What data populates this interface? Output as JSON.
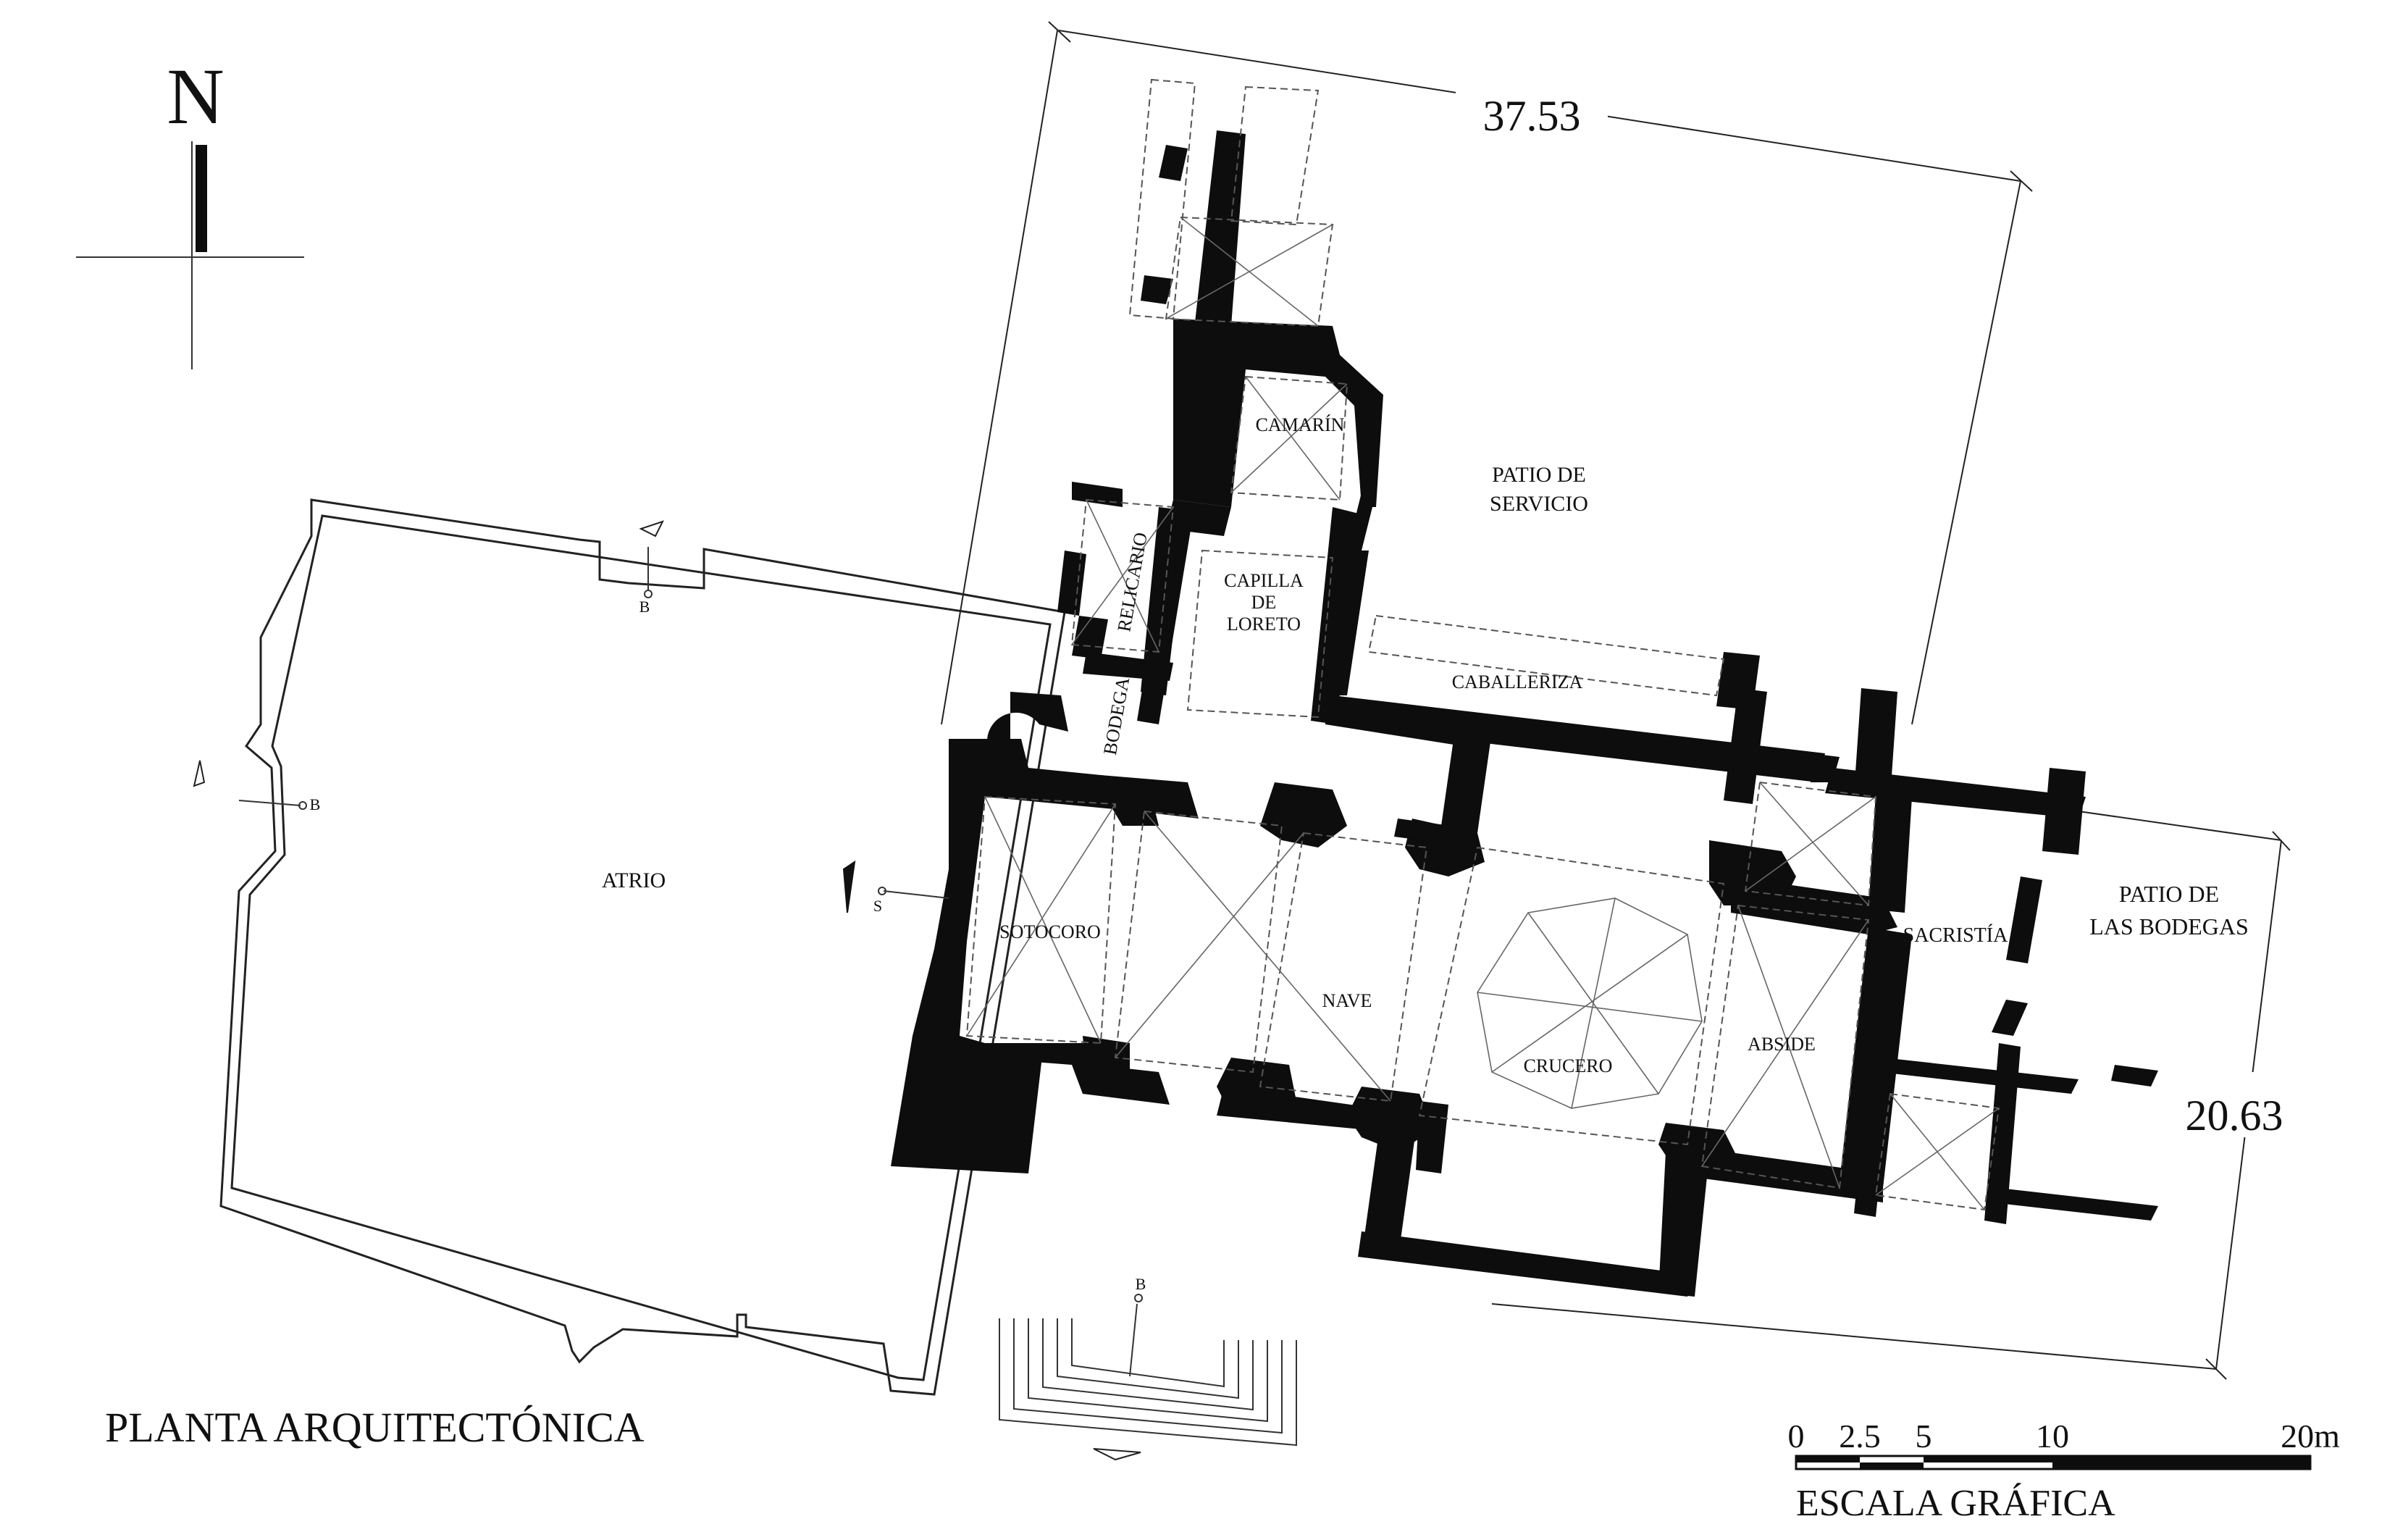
{
  "north": {
    "label": "N"
  },
  "dimensions": {
    "length": "37.53",
    "width": "20.63"
  },
  "rooms": {
    "camarin": "CAMARÍN",
    "relicario": "RELICARIO",
    "capilla_1": "CAPILLA",
    "capilla_2": "DE",
    "capilla_3": "LORETO",
    "patio_servicio_1": "PATIO DE",
    "patio_servicio_2": "SERVICIO",
    "bodega": "BODEGA",
    "caballeriza": "CABALLERIZA",
    "atrio": "ATRIO",
    "sotocoro": "SOTOCORO",
    "nave": "NAVE",
    "crucero": "CRUCERO",
    "abside": "ABSIDE",
    "sacristia": "SACRISTÍA",
    "patio_bodegas_1": "PATIO DE",
    "patio_bodegas_2": "LAS BODEGAS"
  },
  "section_marks": {
    "b_top": "B",
    "b_left": "B",
    "b_bottom": "B",
    "s": "S"
  },
  "title": "PLANTA ARQUITECTÓNICA",
  "scale": {
    "caption": "ESCALA GRÁFICA",
    "ticks": [
      "0",
      "2.5",
      "5",
      "10",
      "20m"
    ]
  }
}
